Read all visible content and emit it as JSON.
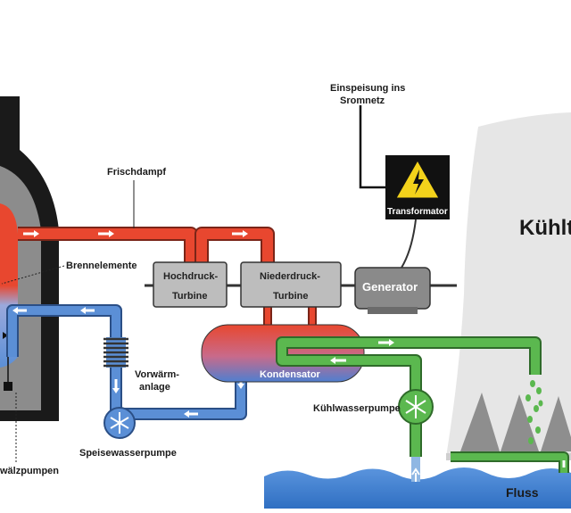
{
  "labels": {
    "frischdampf": "Frischdampf",
    "brennelemente": "Brennelemente",
    "hochdruck_line1": "Hochdruck-",
    "hochdruck_line2": "Turbine",
    "niederdruck_line1": "Niederdruck-",
    "niederdruck_line2": "Turbine",
    "generator": "Generator",
    "transformator": "Transformator",
    "einspeisung_line1": "Einspeisung ins",
    "einspeisung_line2": "Sromnetz",
    "kuehlturm": "Kühlt",
    "kondensator": "Kondensator",
    "vorwaerm_line1": "Vorwärm-",
    "vorwaerm_line2": "anlage",
    "speisewasserpumpe": "Speisewasserpumpe",
    "kuehlwasserpumpe": "Kühlwasserpumpe",
    "umwaelzpumpen": "wälzpumpen",
    "fluss": "Fluss"
  },
  "colors": {
    "steam": "#e8472f",
    "water": "#5b8fd6",
    "cooling": "#5bb84f",
    "containment": "#1a1a1a",
    "machine_gray": "#9a9a9a",
    "river": "#3a7fd0",
    "tower": "#e6e6e6",
    "warning_yellow": "#f3d21b"
  },
  "icons": {
    "high_voltage": "high-voltage-icon",
    "pump": "snowflake-pump-icon"
  }
}
